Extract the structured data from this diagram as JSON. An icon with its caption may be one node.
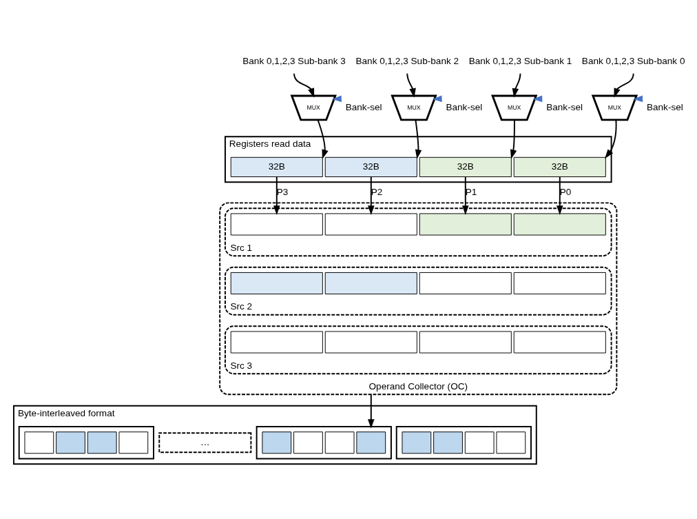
{
  "diagram": {
    "nodes": [
      {
        "text": [
          "Bank 0,1,2,3 Sub-bank 3"
        ]
      },
      {
        "text": [
          "Bank 0,1,2,3 Sub-bank 2"
        ]
      },
      {
        "text": [
          "Bank 0,1,2,3 Sub-bank 1"
        ]
      },
      {
        "text": [
          "Bank 0,1,2,3 Sub-bank 0"
        ]
      },
      {
        "text": [
          "MUX"
        ]
      },
      {
        "text": [
          "MUX"
        ]
      },
      {
        "text": [
          "MUX"
        ]
      },
      {
        "text": [
          "MUX"
        ]
      },
      {
        "text": [
          "Bank-sel"
        ]
      },
      {
        "text": [
          "Bank-sel"
        ]
      },
      {
        "text": [
          "Bank-sel"
        ]
      },
      {
        "text": [
          "Bank-sel"
        ]
      },
      {
        "text": [
          "Registers read data"
        ]
      },
      {
        "text": [
          "32B"
        ],
        "in": 12
      },
      {
        "text": [
          "32B"
        ],
        "in": 12
      },
      {
        "text": [
          "32B"
        ],
        "in": 12
      },
      {
        "text": [
          "32B"
        ],
        "in": 12
      },
      {
        "text": [
          "Operand Collector (OC)"
        ]
      },
      {
        "text": [
          "Src 1"
        ],
        "in": 17
      },
      {
        "text": [],
        "shape": "box",
        "in": 18
      },
      {
        "text": [],
        "shape": "box",
        "in": 18
      },
      {
        "text": [],
        "shape": "box",
        "in": 18
      },
      {
        "text": [],
        "shape": "box",
        "in": 18
      },
      {
        "text": [
          "Src 2"
        ],
        "in": 17
      },
      {
        "text": [],
        "shape": "box",
        "in": 23
      },
      {
        "text": [],
        "shape": "box",
        "in": 23
      },
      {
        "text": [],
        "shape": "box",
        "in": 23
      },
      {
        "text": [],
        "shape": "box",
        "in": 23
      },
      {
        "text": [
          "Src 3"
        ],
        "in": 17
      },
      {
        "text": [],
        "shape": "box",
        "in": 28
      },
      {
        "text": [],
        "shape": "box",
        "in": 28
      },
      {
        "text": [],
        "shape": "box",
        "in": 28
      },
      {
        "text": [],
        "shape": "box",
        "in": 28
      },
      {
        "text": [
          "Byte-interleaved format"
        ]
      },
      {
        "text": [],
        "shape": "box",
        "in": 33
      },
      {
        "text": [],
        "shape": "box",
        "in": 34
      },
      {
        "text": [],
        "shape": "box",
        "in": 34
      },
      {
        "text": [],
        "shape": "box",
        "in": 34
      },
      {
        "text": [],
        "shape": "box",
        "in": 34
      },
      {
        "text": [
          "…"
        ],
        "in": 33
      },
      {
        "text": [],
        "shape": "box",
        "in": 33
      },
      {
        "text": [],
        "shape": "box",
        "in": 40
      },
      {
        "text": [],
        "shape": "box",
        "in": 40
      },
      {
        "text": [],
        "shape": "box",
        "in": 40
      },
      {
        "text": [],
        "shape": "box",
        "in": 40
      },
      {
        "text": [],
        "shape": "box",
        "in": 33
      },
      {
        "text": [],
        "shape": "box",
        "in": 45
      },
      {
        "text": [],
        "shape": "box",
        "in": 45
      },
      {
        "text": [],
        "shape": "box",
        "in": 45
      },
      {
        "text": [],
        "shape": "box",
        "in": 45
      }
    ],
    "edges": [
      {
        "from": 0,
        "to": 4,
        "arrow": "to"
      },
      {
        "from": 1,
        "to": 5,
        "arrow": "to"
      },
      {
        "from": 2,
        "to": 6,
        "arrow": "to"
      },
      {
        "from": 3,
        "to": 7,
        "arrow": "to"
      },
      {
        "from": 8,
        "to": 4,
        "arrow": "to",
        "color": "#4472c4"
      },
      {
        "from": 9,
        "to": 5,
        "arrow": "to",
        "color": "#4472c4"
      },
      {
        "from": 10,
        "to": 6,
        "arrow": "to",
        "color": "#4472c4"
      },
      {
        "from": 11,
        "to": 7,
        "arrow": "to",
        "color": "#4472c4"
      },
      {
        "from": 4,
        "to": 13,
        "arrow": "to"
      },
      {
        "from": 5,
        "to": 14,
        "arrow": "to"
      },
      {
        "from": 6,
        "to": 15,
        "arrow": "to"
      },
      {
        "from": 7,
        "to": 16,
        "arrow": "to"
      },
      {
        "from": 13,
        "to": 19,
        "arrow": "to",
        "label": "P3"
      },
      {
        "from": 14,
        "to": 20,
        "arrow": "to",
        "label": "P2"
      },
      {
        "from": 15,
        "to": 21,
        "arrow": "to",
        "label": "P1"
      },
      {
        "from": 16,
        "to": 22,
        "arrow": "to",
        "label": "P0"
      },
      {
        "from": 17,
        "to": 40,
        "arrow": "to"
      }
    ]
  }
}
